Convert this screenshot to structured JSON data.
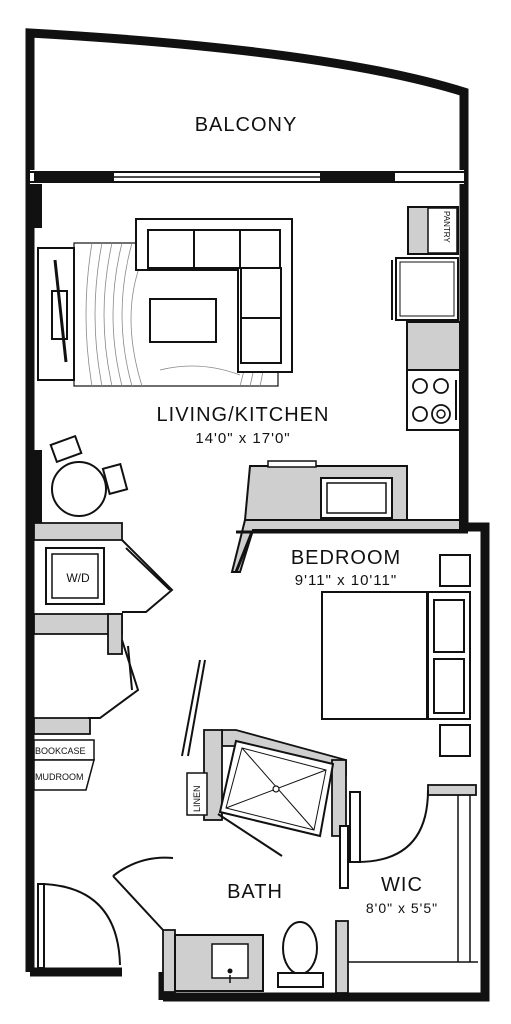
{
  "rooms": {
    "balcony": {
      "name": "BALCONY"
    },
    "living_kitchen": {
      "name": "LIVING/KITCHEN",
      "dimensions": "14'0\" x 17'0\""
    },
    "bedroom": {
      "name": "BEDROOM",
      "dimensions": "9'11\" x 10'11\""
    },
    "bath": {
      "name": "BATH"
    },
    "wic": {
      "name": "WIC",
      "dimensions": "8'0\" x 5'5\""
    }
  },
  "fixtures": {
    "pantry": "PANTRY",
    "washer_dryer": "W/D",
    "linen": "LINEN",
    "bookcase": "BOOKCASE",
    "mudroom": "MUDROOM"
  },
  "colors": {
    "wall": "#111111",
    "fixture_fill": "#cfcfcf",
    "background": "#ffffff"
  }
}
